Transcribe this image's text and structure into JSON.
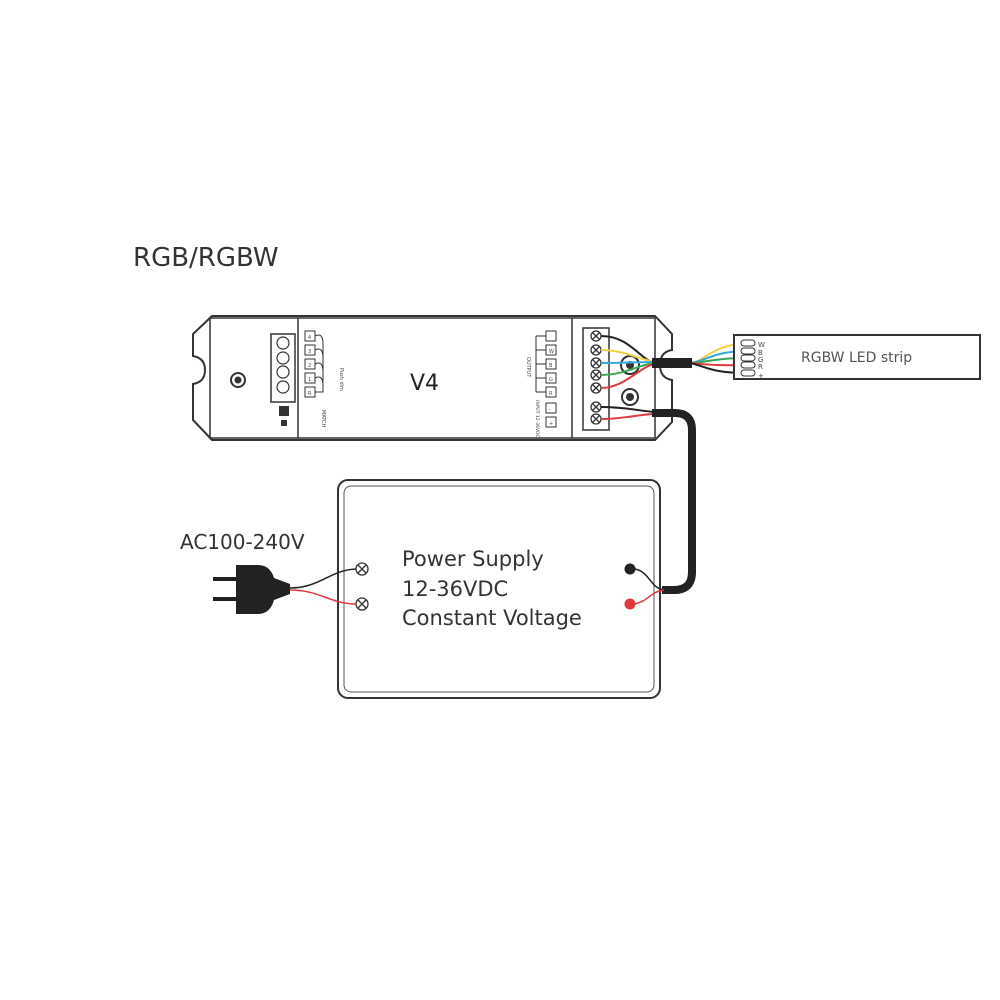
{
  "title": "RGB/RGBW",
  "controller": {
    "model": "V4",
    "left_labels": [
      "4",
      "3",
      "2",
      "1",
      "R"
    ],
    "push_dim_label": "Push dim",
    "match_label": "MATCH",
    "output_label": "OUTPUT",
    "output_pins": [
      "W",
      "B",
      "G",
      "R"
    ],
    "input_label": "INPUT 12-36VDC",
    "input_pins": [
      "-",
      "+"
    ]
  },
  "led_strip": {
    "label": "RGBW LED strip",
    "pins": [
      "W",
      "B",
      "G",
      "R",
      "+"
    ]
  },
  "power_supply": {
    "line1": "Power Supply",
    "line2": "12-36VDC",
    "line3": "Constant Voltage"
  },
  "ac_input": "AC100-240V",
  "colors": {
    "line": "#333333",
    "yellow": "#f2d046",
    "blue": "#35a8e0",
    "green": "#3aa655",
    "red": "#e0383e",
    "cable": "#222222"
  }
}
